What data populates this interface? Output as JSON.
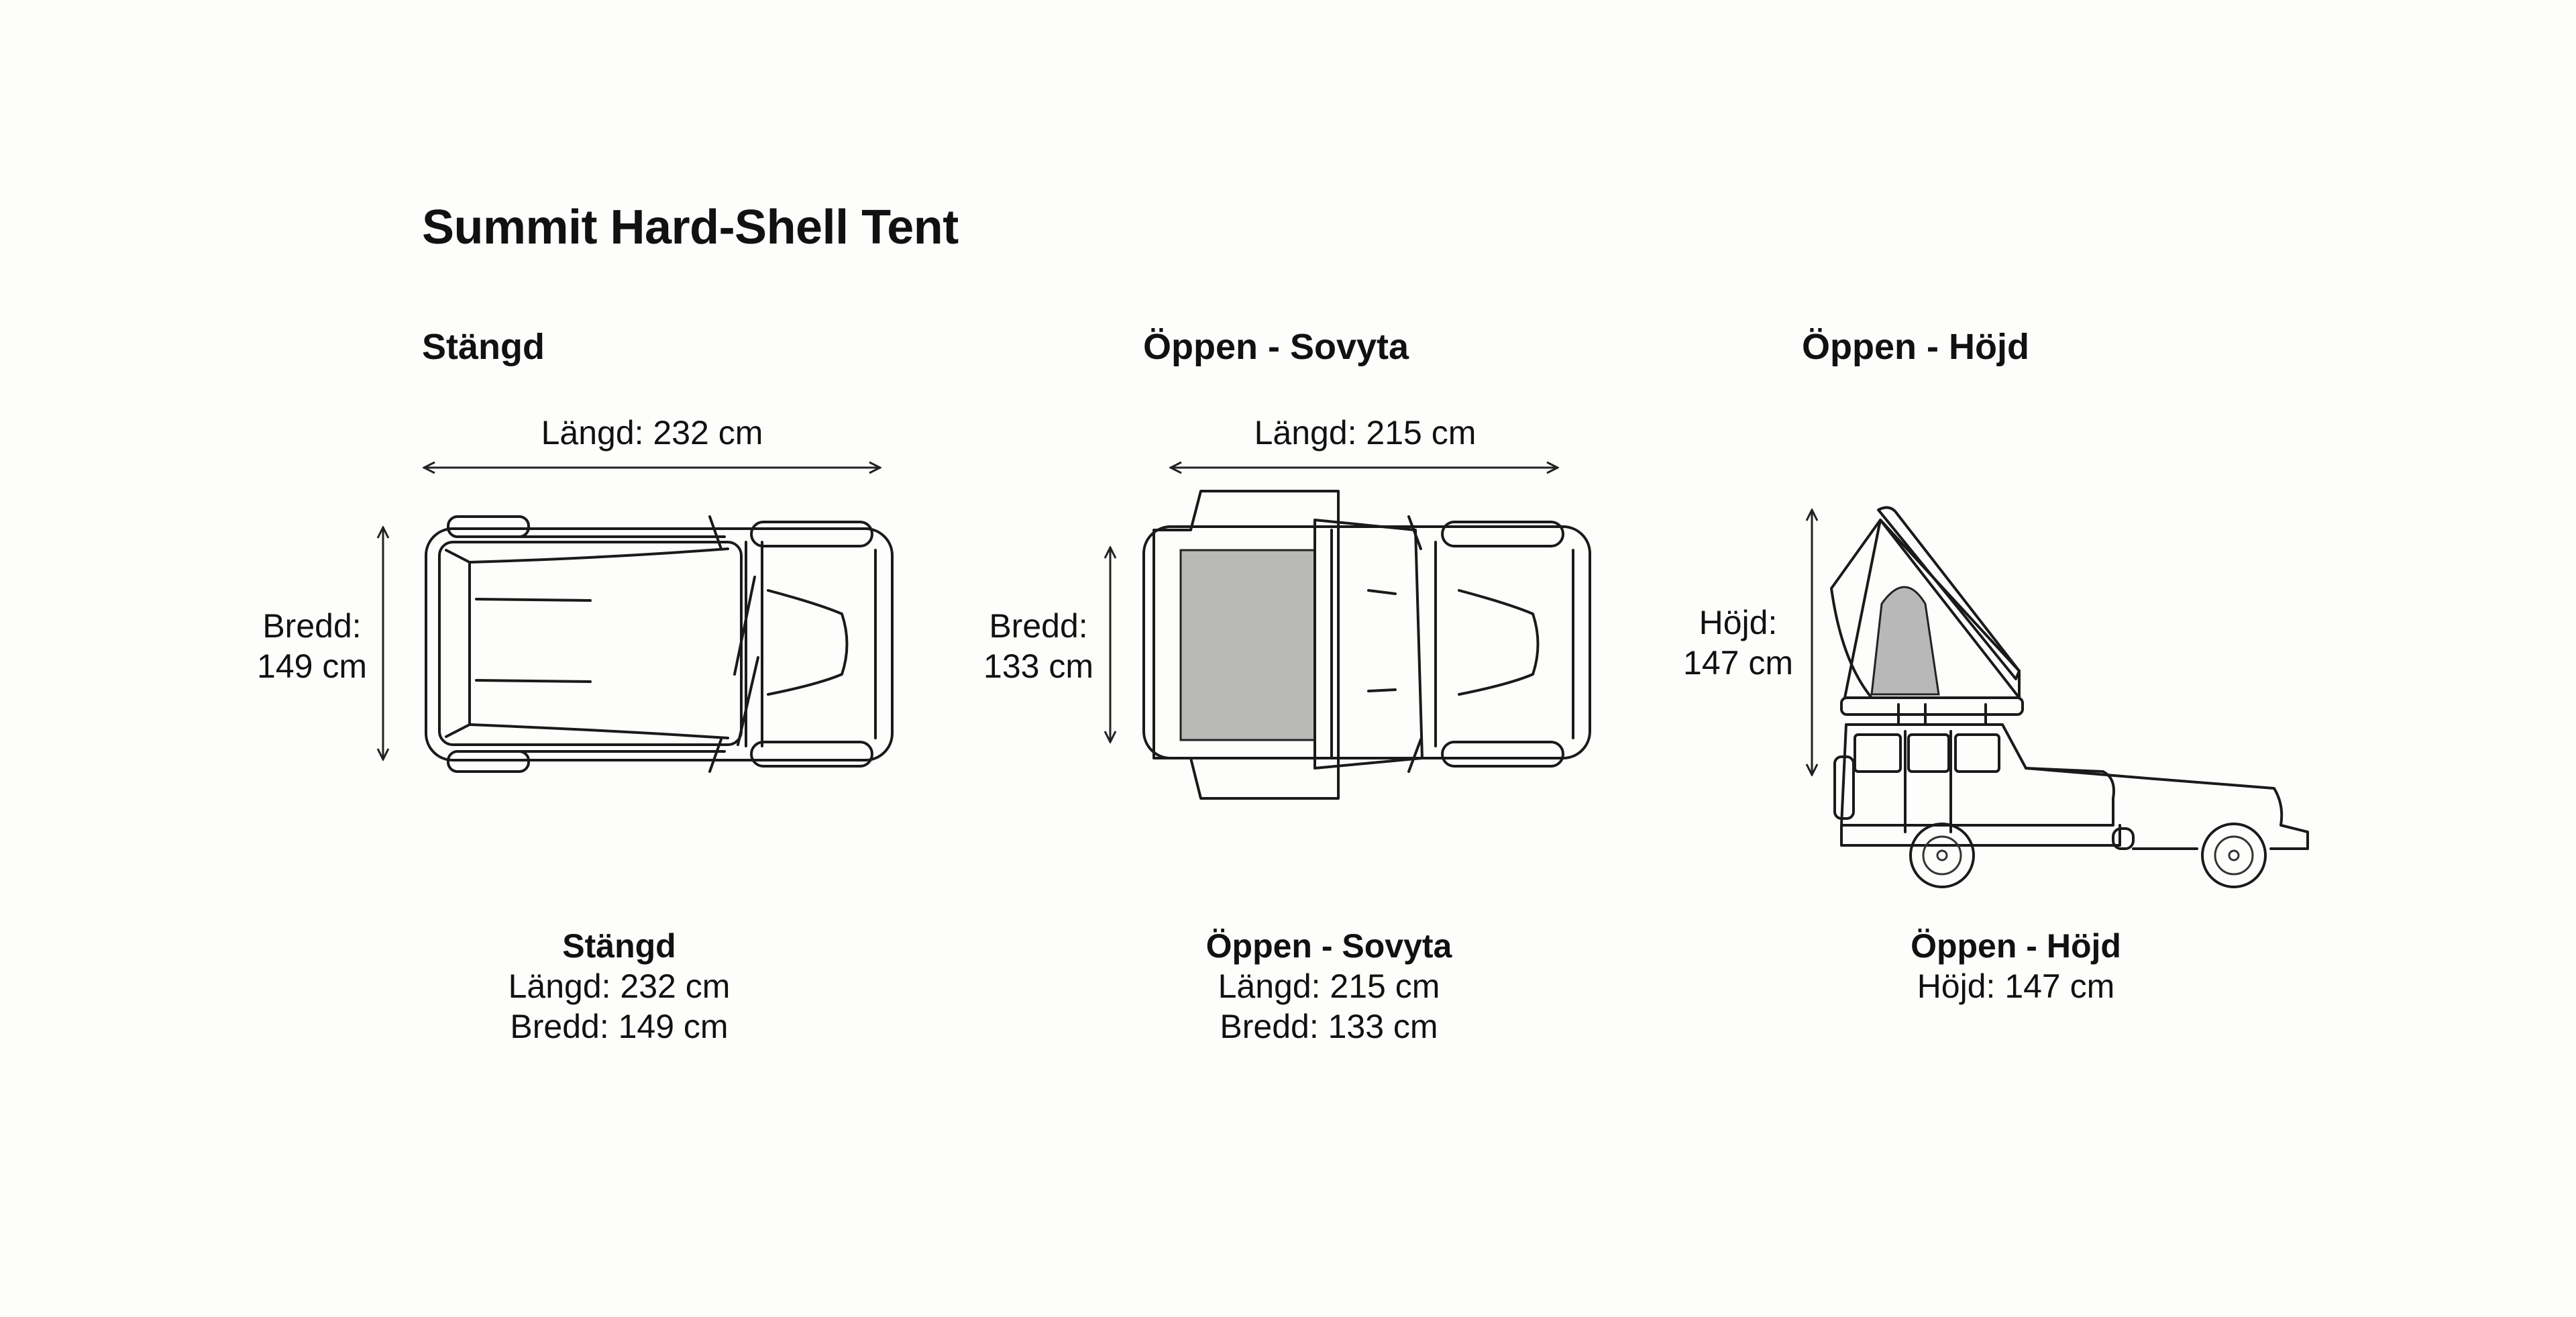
{
  "title": "Summit Hard-Shell Tent",
  "sections": [
    {
      "heading": "Stängd",
      "length_label": "Längd: 232 cm",
      "width_label_1": "Bredd:",
      "width_label_2": "149 cm",
      "caption_title": "Stängd",
      "caption_lines": [
        "Längd: 232 cm",
        "Bredd: 149 cm"
      ]
    },
    {
      "heading": "Öppen - Sovyta",
      "length_label": "Längd: 215 cm",
      "width_label_1": "Bredd:",
      "width_label_2": "133 cm",
      "caption_title": "Öppen - Sovyta",
      "caption_lines": [
        "Längd: 215 cm",
        "Bredd: 133 cm"
      ]
    },
    {
      "heading": "Öppen - Höjd",
      "height_label_1": "Höjd:",
      "height_label_2": "147 cm",
      "caption_title": "Öppen - Höjd",
      "caption_lines": [
        "Höjd: 147 cm"
      ]
    }
  ],
  "colors": {
    "line": "#1a1a1a",
    "tent_fill": "#e6e6e4",
    "tent_floor": "#b8b8b8",
    "background": "#fdfdfb"
  }
}
